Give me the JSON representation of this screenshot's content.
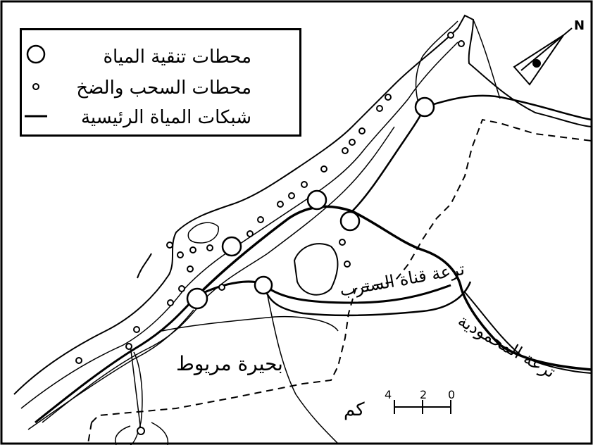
{
  "legend": {
    "purification_label": "محطات تنقية المياة",
    "pumping_label": "محطات السحب والضخ",
    "network_label": "شبكات المياة الرئيسية"
  },
  "labels": {
    "lake": "بحيرة مريوط",
    "canal_nubaria": "ترعة قناة السترب",
    "canal_mahmoudia": "ترعة المحمودية",
    "scale_unit": "كم",
    "scale_0": "0",
    "scale_2": "2",
    "scale_4": "4",
    "north": "N"
  },
  "colors": {
    "ink": "#000000",
    "paper": "#ffffff"
  },
  "icons": [
    "north-arrow-icon",
    "large-circle-icon",
    "small-circle-icon",
    "line-icon"
  ]
}
